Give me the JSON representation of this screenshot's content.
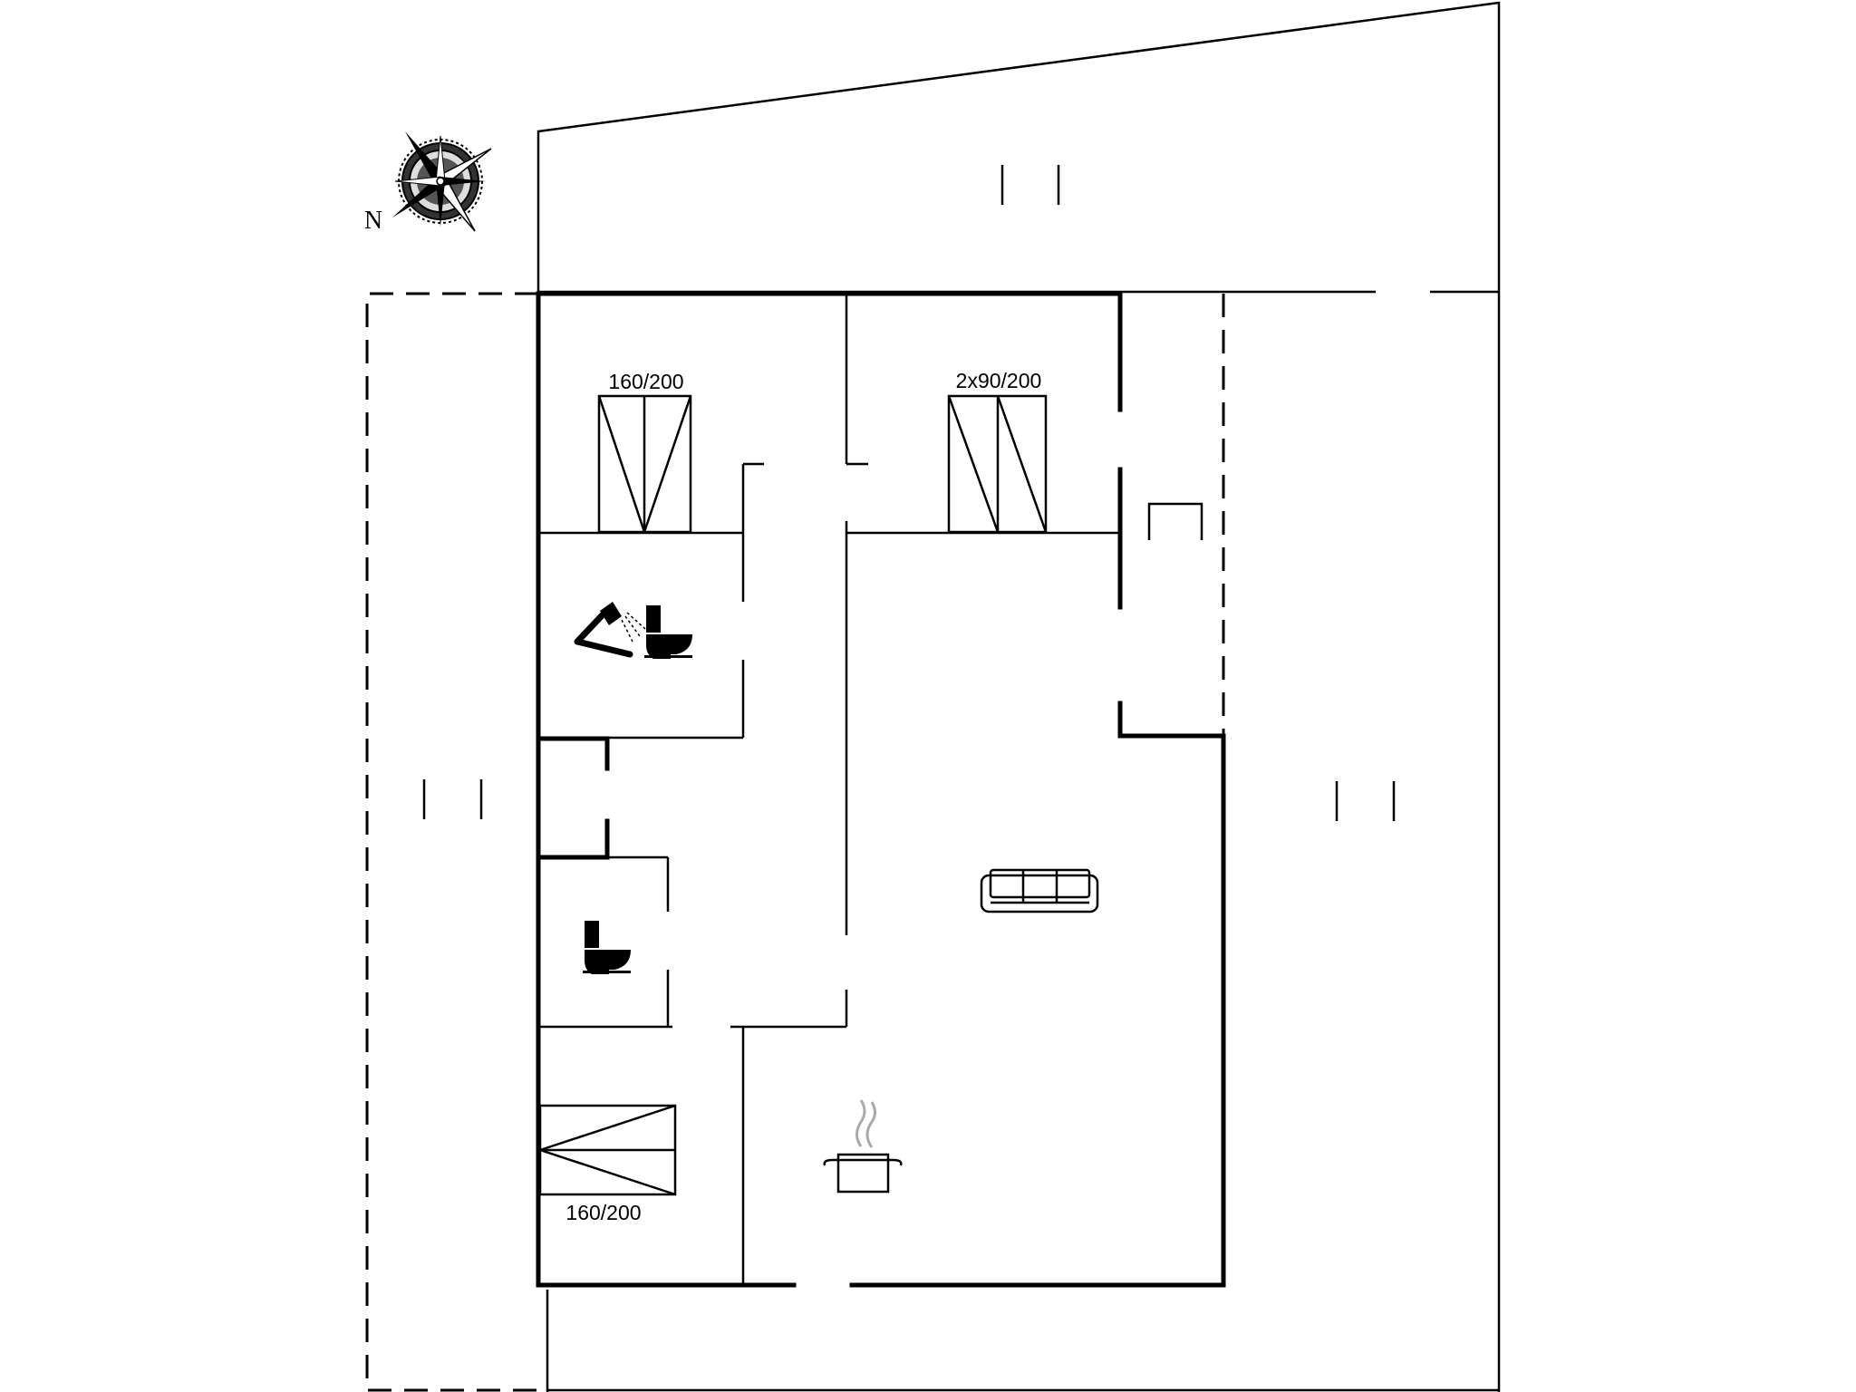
{
  "compass": {
    "north_label": "N"
  },
  "labels": {
    "bed_top_left": "160/200",
    "bed_top_right": "2x90/200",
    "bed_bottom_left": "160/200"
  }
}
